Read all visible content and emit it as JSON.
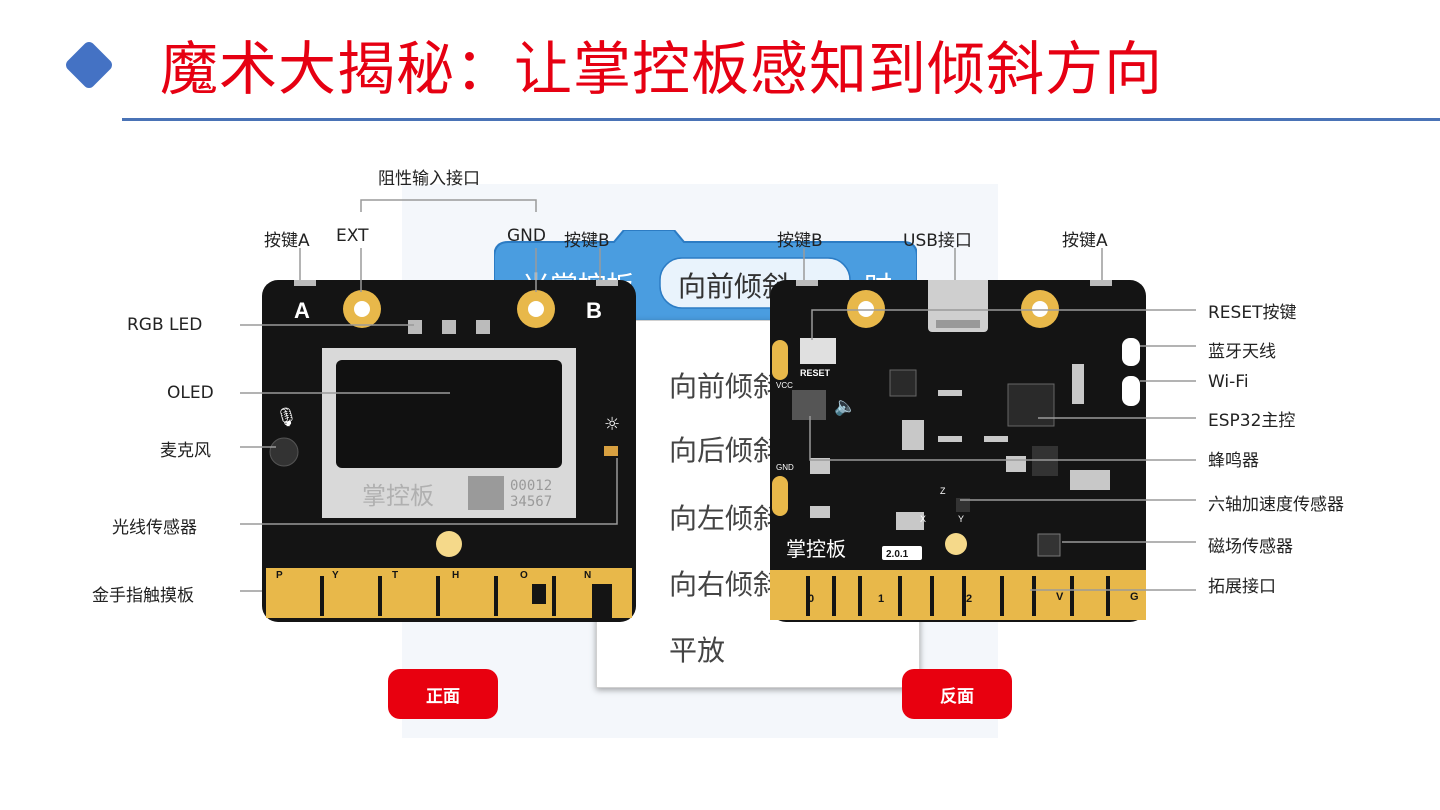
{
  "title": "魔术大揭秘：让掌控板感知到倾斜方向",
  "colors": {
    "title": "#e60012",
    "rule": "#4a73b6",
    "diamond": "#4472c4",
    "pill": "#e8000f"
  },
  "block": {
    "prefix": "当掌控板",
    "value": "向前倾斜",
    "suffix": "时"
  },
  "dropdown_options": [
    "向前倾斜",
    "向后倾斜",
    "向左倾斜",
    "向右倾斜",
    "平放"
  ],
  "front": {
    "labels": {
      "resist_port": "阻性输入接口",
      "button_a": "按键A",
      "ext": "EXT",
      "gnd": "GND",
      "button_b": "按键B",
      "rgb_led": "RGB LED",
      "oled": "OLED",
      "mic": "麦克风",
      "light": "光线传感器",
      "touch": "金手指触摸板"
    },
    "board": {
      "key_a": "A",
      "key_b": "B",
      "logo": "掌控板",
      "serial_top": "00012",
      "serial_bottom": "34567",
      "touch_letters": [
        "P",
        "Y",
        "T",
        "H",
        "O",
        "N"
      ]
    }
  },
  "back": {
    "labels": {
      "button_b": "按键B",
      "usb": "USB接口",
      "button_a": "按键A",
      "reset": "RESET按键",
      "bluetooth": "蓝牙天线",
      "wifi": "Wi-Fi",
      "esp32": "ESP32主控",
      "buzzer": "蜂鸣器",
      "accel": "六轴加速度传感器",
      "magnet": "磁场传感器",
      "expansion": "拓展接口"
    },
    "board": {
      "reset_text": "RESET",
      "vcc": "VCC",
      "gnd": "GND",
      "logo": "掌控板",
      "version": "2.0.1",
      "pins": [
        "0",
        "1",
        "2",
        "V",
        "G"
      ],
      "axis": [
        "Z",
        "X",
        "Y"
      ]
    }
  },
  "pills": {
    "front": "正面",
    "back": "反面"
  }
}
